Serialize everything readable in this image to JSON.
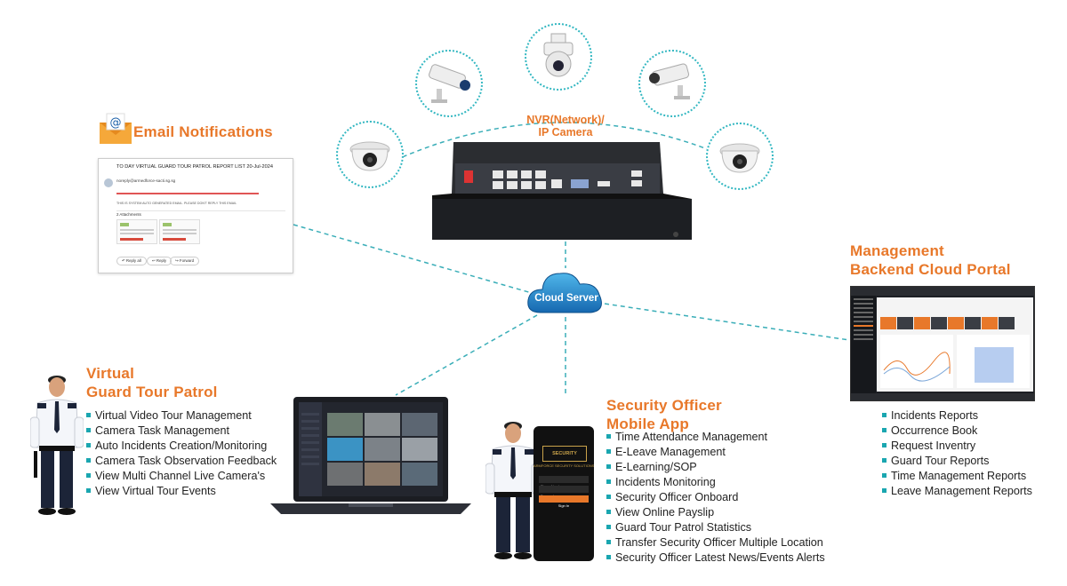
{
  "nvr": {
    "label_line1": "NVR(Network)/",
    "label_line2": "IP Camera"
  },
  "cloud": {
    "label": "Cloud Server"
  },
  "email": {
    "title": "Email Notifications",
    "subject": "TO DAY VIRTUAL GUARD TOUR PATROL REPORT LIST 20-Jul-2024",
    "sender": "noreply@armedforce-sacti.sg.sg",
    "auto_note": "THIS IS SYSTEM AUTO GENERATED EMAIL. PLEASE DON'T REPLY THIS EMAIL",
    "attachments": "2 Attachments",
    "reply_all": "Reply all",
    "reply": "Reply",
    "forward": "Forward"
  },
  "management": {
    "title_line1": "Management",
    "title_line2": "Backend Cloud Portal",
    "items": [
      "Incidents Reports",
      "Occurrence Book",
      "Request Inventry",
      "Guard Tour Reports",
      "Time Management Reports",
      "Leave Management Reports"
    ]
  },
  "virtual": {
    "title_line1": "Virtual",
    "title_line2": "Guard Tour Patrol",
    "items": [
      "Virtual Video Tour Management",
      "Camera Task Management",
      "Auto Incidents Creation/Monitoring",
      "Camera Task Observation Feedback",
      "View Multi Channel Live Camera's",
      "View Virtual Tour Events"
    ]
  },
  "mobile": {
    "title_line1": "Security Officer",
    "title_line2": "Mobile App",
    "items": [
      "Time Attendance Management",
      "E-Leave Management",
      "E-Learning/SOP",
      "Incidents Monitoring",
      "Security Officer Onboard",
      "View Online Payslip",
      "Guard Tour Patrol Statistics",
      "Transfer Security Officer Multiple Location",
      "Security Officer Latest News/Events Alerts"
    ],
    "phone_brand": "SECURITY",
    "phone_company": "ARMFORCE SECURITY SOLUTIONS",
    "phone_field1": "Phone Number",
    "phone_field2": "Passcode",
    "phone_button": "Sign In"
  },
  "colors": {
    "accent": "#e8782a",
    "teal": "#1aa6b0",
    "cloud": "#1e88c8"
  }
}
